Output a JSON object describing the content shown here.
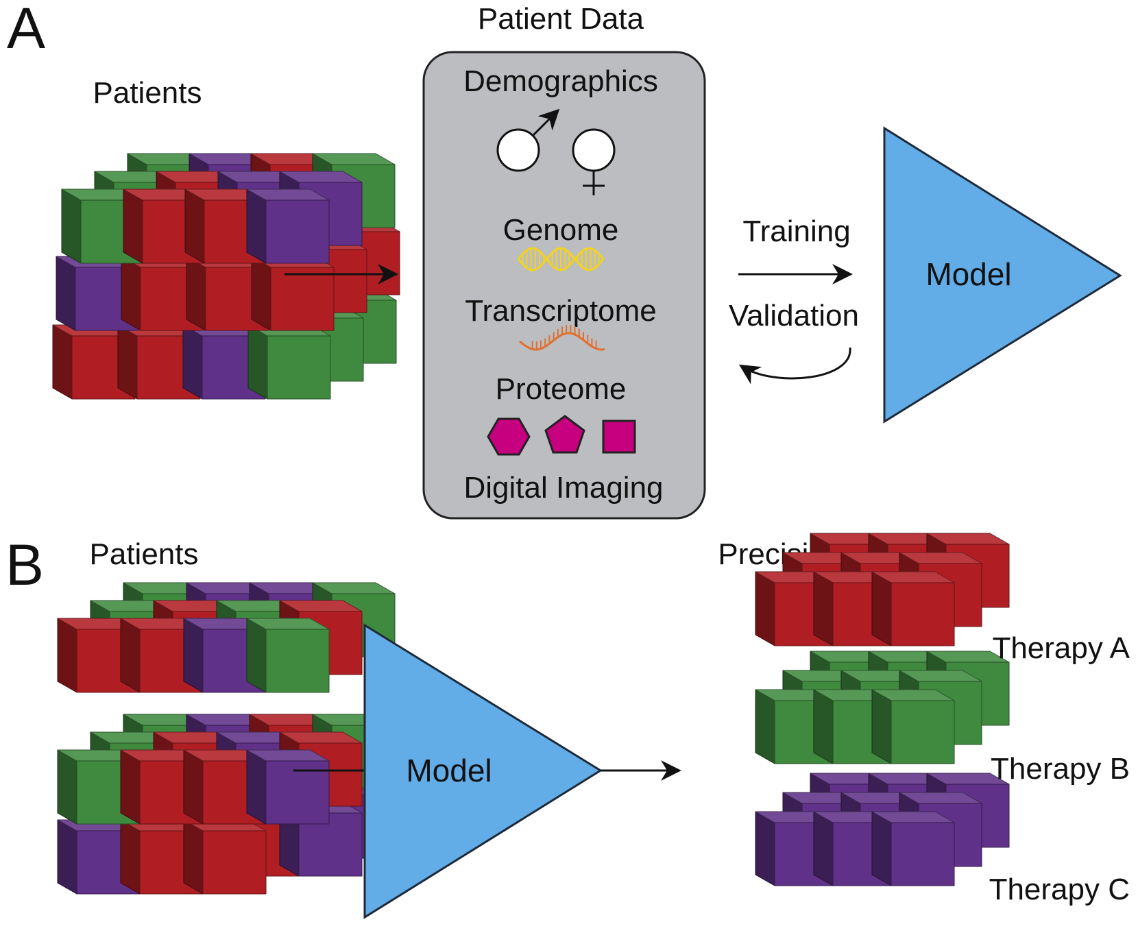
{
  "panel_a": {
    "letter": "A",
    "patients_label": "Patients",
    "patient_data_title": "Patient Data",
    "data_items": {
      "demographics": "Demographics",
      "genome": "Genome",
      "transcriptome": "Transcriptome",
      "proteome": "Proteome",
      "digital_imaging": "Digital Imaging"
    },
    "training_label": "Training",
    "validation_label": "Validation",
    "model_label": "Model"
  },
  "panel_b": {
    "letter": "B",
    "patients_label": "Patients",
    "model_label": "Model",
    "precision_title": "Precision Medicine",
    "therapies": [
      "Therapy A",
      "Therapy B",
      "Therapy C"
    ]
  },
  "colors": {
    "cube_red": "#b01e24",
    "cube_green": "#3f8a3f",
    "cube_purple": "#5f3188",
    "model_blue": "#62ace8",
    "panel_gray": "#bcbdc0",
    "genome_yellow": "#f2d21e",
    "transcriptome_orange": "#e0702e",
    "protein_magenta": "#c6007e"
  },
  "icons": [
    "male-symbol-icon",
    "female-symbol-icon",
    "dna-double-helix-icon",
    "rna-strand-icon",
    "hexagon-protein-icon",
    "pentagon-protein-icon",
    "square-protein-icon"
  ]
}
